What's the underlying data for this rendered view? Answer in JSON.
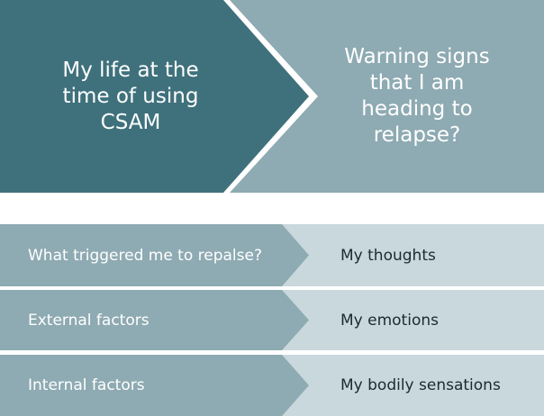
{
  "top": {
    "left_text": "My life at the time of using CSAM",
    "right_text": "Warning signs that I am heading to relapse?"
  },
  "rows": [
    {
      "left": "What triggered me to repalse?",
      "right": "My thoughts"
    },
    {
      "left": "External factors",
      "right": "My emotions"
    },
    {
      "left": "Internal factors",
      "right": "My bodily sensations"
    }
  ],
  "colors": {
    "dark_teal": "#3f717c",
    "mid_teal": "#8eaab2",
    "row_left": "#8eaab2",
    "row_right": "#c9d8dc"
  }
}
